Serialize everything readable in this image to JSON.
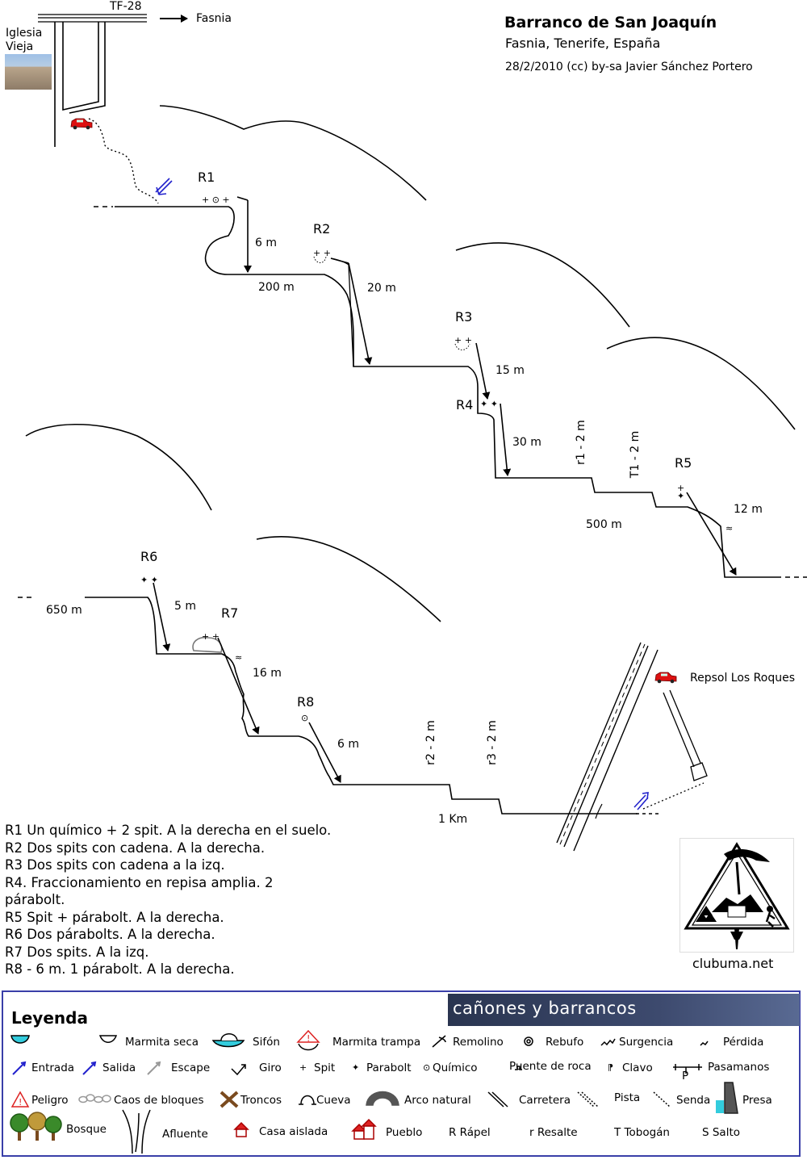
{
  "header": {
    "title": "Barranco de San Joaquín",
    "location": "Fasnia, Tenerife, España",
    "credit": "28/2/2010 (cc) by-sa Javier Sánchez Portero"
  },
  "approach": {
    "road": "TF-28",
    "direction": "Fasnia",
    "church": [
      "Iglesia",
      "Vieja"
    ],
    "exit_place": "Repsol Los Roques"
  },
  "anchors": {
    "r1": "R1",
    "r2": "R2",
    "r3": "R3",
    "r4": "R4",
    "r5": "R5",
    "r6": "R6",
    "r7": "R7",
    "r8": "R8"
  },
  "measures": {
    "m6": "6 m",
    "m200": "200 m",
    "m20": "20 m",
    "m15": "15 m",
    "m30": "30 m",
    "r1": "r1 - 2 m",
    "t1": "T1 - 2 m",
    "m12": "12 m",
    "m500": "500 m",
    "m650": "650 m",
    "m5": "5 m",
    "m16": "16 m",
    "m6b": "6 m",
    "r2": "r2 - 2 m",
    "r3": "r3 - 2 m",
    "km1": "1 Km"
  },
  "notes": [
    "R1 Un químico + 2 spit. A la derecha en el suelo.",
    "R2 Dos spits con cadena. A la derecha.",
    "R3 Dos spits con cadena a la izq.",
    "R4. Fraccionamiento en repisa amplia. 2",
    "párabolt.",
    "R5 Spit + párabolt. A la derecha.",
    "R6 Dos párabolts. A la derecha.",
    "R7 Dos spits. A la izq.",
    "R8 - 6 m. 1 párabolt. A la derecha."
  ],
  "club": {
    "site": "clubuma.net"
  },
  "legend": {
    "title": "Leyenda",
    "banner": "cañones y barrancos",
    "items": {
      "marmita_seca": "Marmita seca",
      "sifon": "Sifón",
      "marmita_trampa": "Marmita trampa",
      "remolino": "Remolino",
      "rebufo": "Rebufo",
      "surgencia": "Surgencia",
      "perdida": "Pérdida",
      "entrada": "Entrada",
      "salida": "Salida",
      "escape": "Escape",
      "giro": "Giro",
      "spit": "Spit",
      "parabolt": "Parabolt",
      "quimico": "Químico",
      "puente": "Puente de roca",
      "clavo": "Clavo",
      "pasamanos": "Pasamanos",
      "pasamanos_p": "P",
      "peligro": "Peligro",
      "caos": "Caos de bloques",
      "troncos": "Troncos",
      "cueva": "Cueva",
      "arco": "Arco natural",
      "carretera": "Carretera",
      "pista": "Pista",
      "senda": "Senda",
      "presa": "Presa",
      "bosque": "Bosque",
      "afluente": "Afluente",
      "casa": "Casa aislada",
      "pueblo": "Pueblo",
      "rapel": "R Rápel",
      "resalte": "r Resalte",
      "tobogan": "T Tobogán",
      "salto": "S Salto"
    }
  },
  "colors": {
    "water": "#33ccdd",
    "entry_arrow": "#2222cc",
    "car": "#dd1111",
    "legend_border": "#3a3fa8"
  }
}
